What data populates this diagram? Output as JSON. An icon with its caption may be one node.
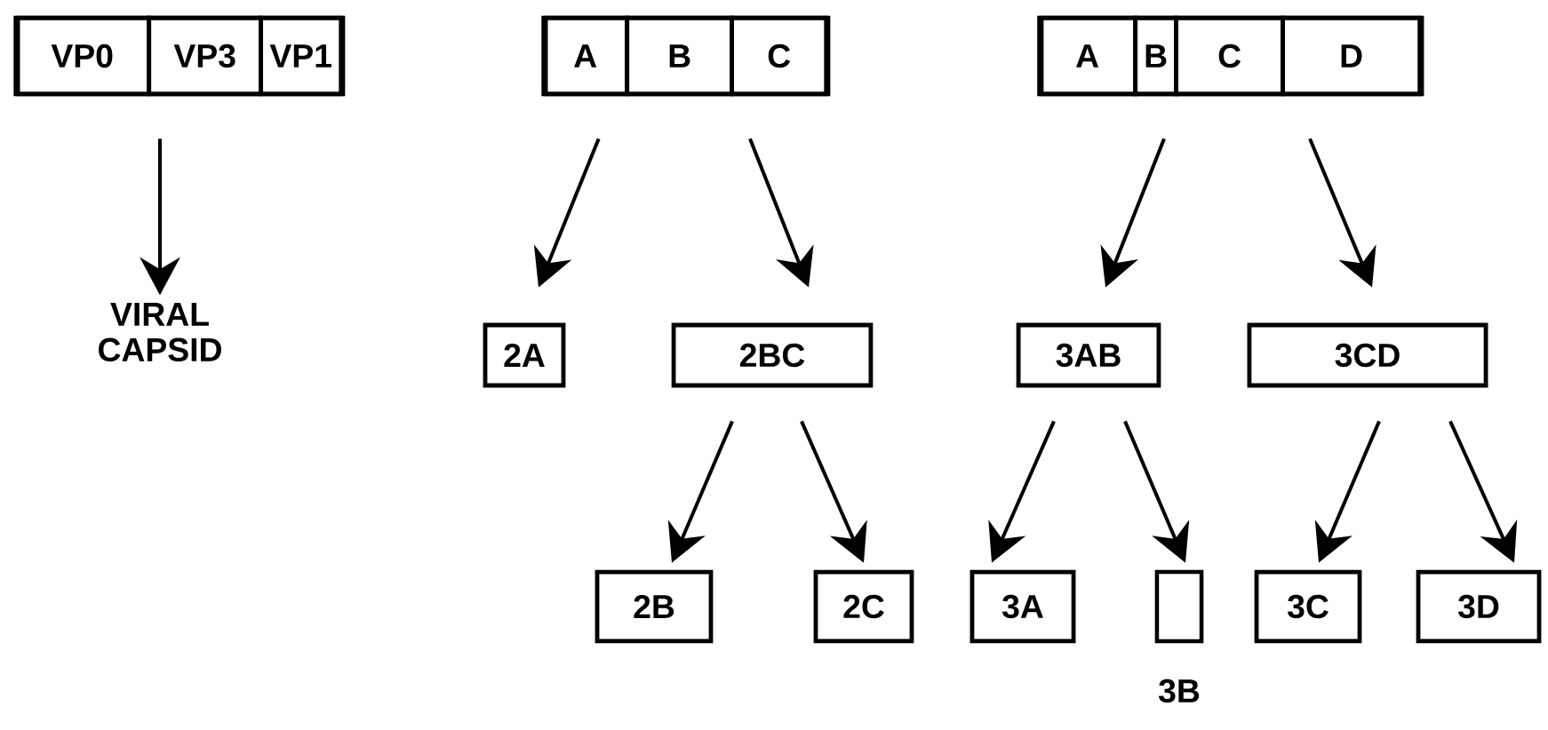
{
  "diagram": {
    "nodes": [
      {
        "text": [],
        "shape": "bar"
      },
      {
        "text": [
          "VP0"
        ],
        "in": 0
      },
      {
        "text": [
          "VP3"
        ],
        "in": 0
      },
      {
        "text": [
          "VP1"
        ],
        "in": 0
      },
      {
        "text": [],
        "shape": "bar"
      },
      {
        "text": [
          "A"
        ],
        "in": 4
      },
      {
        "text": [
          "B"
        ],
        "in": 4
      },
      {
        "text": [
          "C"
        ],
        "in": 4
      },
      {
        "text": [],
        "shape": "bar"
      },
      {
        "text": [
          "A"
        ],
        "in": 8
      },
      {
        "text": [
          "B"
        ],
        "in": 8
      },
      {
        "text": [
          "C"
        ],
        "in": 8
      },
      {
        "text": [
          "D"
        ],
        "in": 8
      },
      {
        "text": [
          "VIRAL CAPSID"
        ]
      },
      {
        "text": [
          "2A"
        ]
      },
      {
        "text": [
          "2BC"
        ]
      },
      {
        "text": [
          "3AB"
        ]
      },
      {
        "text": [
          "3CD"
        ]
      },
      {
        "text": [
          "2B"
        ]
      },
      {
        "text": [
          "2C"
        ]
      },
      {
        "text": [
          "3A"
        ]
      },
      {
        "text": [],
        "shape": "box",
        "beside": [
          "3B"
        ]
      },
      {
        "text": [
          "3C"
        ]
      },
      {
        "text": [
          "3D"
        ]
      }
    ],
    "edges": [
      {
        "from": 0,
        "to": 13,
        "arrow": "to"
      },
      {
        "from": 5,
        "to": 14,
        "arrow": "to"
      },
      {
        "from": 4,
        "to": 15,
        "arrow": "to"
      },
      {
        "from": 8,
        "to": 16,
        "arrow": "to"
      },
      {
        "from": 8,
        "to": 17,
        "arrow": "to"
      },
      {
        "from": 15,
        "to": 18,
        "arrow": "to"
      },
      {
        "from": 15,
        "to": 19,
        "arrow": "to"
      },
      {
        "from": 16,
        "to": 20,
        "arrow": "to"
      },
      {
        "from": 16,
        "to": 21,
        "arrow": "to"
      },
      {
        "from": 17,
        "to": 22,
        "arrow": "to"
      },
      {
        "from": 17,
        "to": 23,
        "arrow": "to"
      }
    ]
  }
}
